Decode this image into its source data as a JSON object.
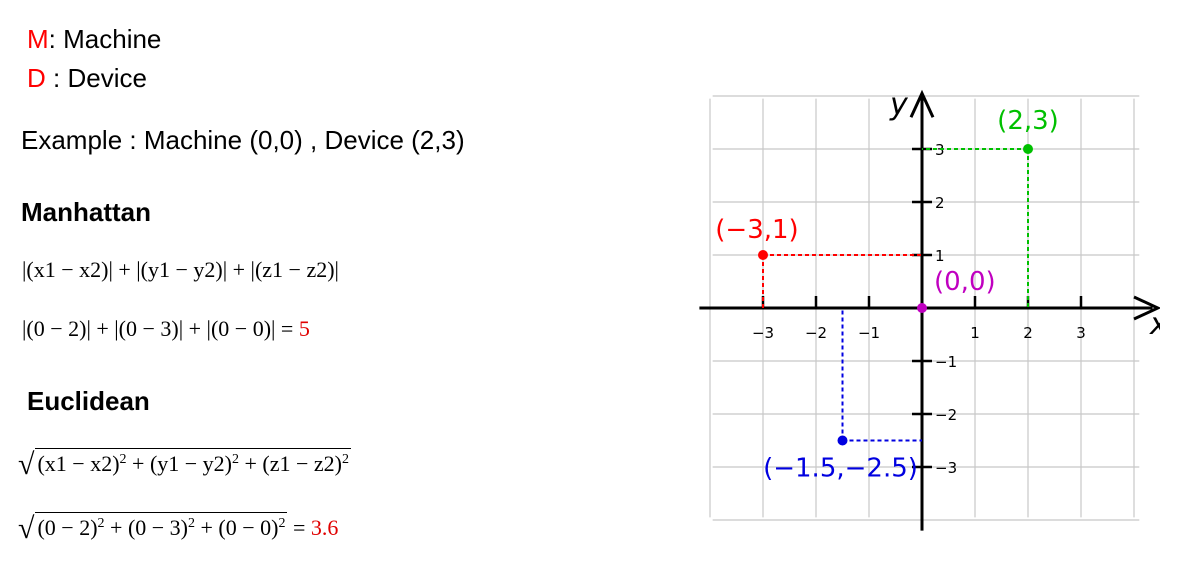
{
  "legend": {
    "machine": {
      "letter": "M",
      "label": ": Machine"
    },
    "device": {
      "letter": "D",
      "label": " : Device"
    }
  },
  "example": "Example : Machine (0,0) , Device (2,3)",
  "manhattan": {
    "heading": "Manhattan",
    "formula": "|(x1 − x2)| + |(y1 − y2)| + |(z1 − z2)|",
    "calc": "|(0 − 2)| + |(0 − 3)| + |(0 − 0)| = ",
    "result": "5"
  },
  "euclidean": {
    "heading": "Euclidean",
    "radical": "√",
    "formula_parts": [
      "(x1 − x2)",
      "2",
      " + (y1 − y2)",
      "2",
      " + (z1 − z2)",
      "2"
    ],
    "calc_parts": [
      "(0 − 2)",
      "2",
      " + (0 − 3)",
      "2",
      " + (0 − 0)",
      "2"
    ],
    "equals": " = ",
    "result": "3.6"
  },
  "chart_data": {
    "type": "scatter",
    "xlabel": "x",
    "ylabel": "y",
    "xlim": [
      -4,
      4
    ],
    "ylim": [
      -4,
      4
    ],
    "grid": true,
    "x_ticks": [
      -3,
      -2,
      -1,
      1,
      2,
      3
    ],
    "y_ticks": [
      -3,
      -2,
      -1,
      1,
      2,
      3
    ],
    "tick_labels": {
      "-3": "−3",
      "-2": "−2",
      "-1": "−1",
      "1": "1",
      "2": "2",
      "3": "3"
    },
    "points": [
      {
        "x": 2,
        "y": 3,
        "label": "(2,3)",
        "color": "#00c000"
      },
      {
        "x": -3,
        "y": 1,
        "label": "(−3,1)",
        "color": "#ff0000"
      },
      {
        "x": 0,
        "y": 0,
        "label": "(0,0)",
        "color": "#c000c0"
      },
      {
        "x": -1.5,
        "y": -2.5,
        "label": "(−1.5,−2.5)",
        "color": "#0000e0"
      }
    ]
  }
}
